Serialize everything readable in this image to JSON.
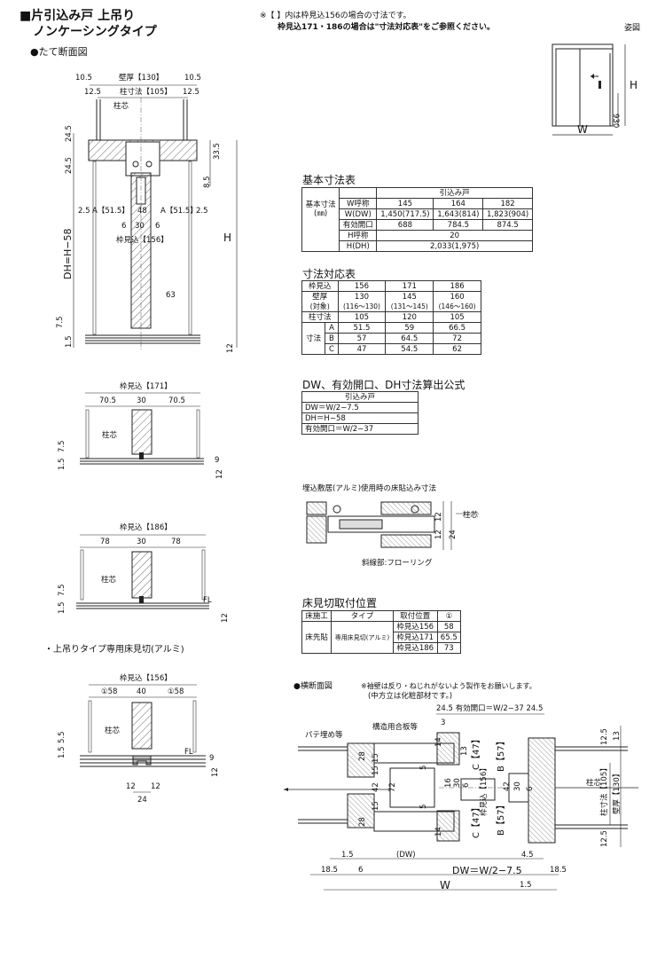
{
  "header": {
    "title1": "■片引込み戸 上吊り",
    "title2": "ノンケーシングタイプ",
    "section_vertical": "●たて断面図",
    "note_line1": "※【 】内は枠見込156の場合の寸法です。",
    "note_line2": "枠見込171・186の場合は\"寸法対応表\"をご参照ください。",
    "view_label": "姿図"
  },
  "elevation": {
    "w": "W",
    "h": "H",
    "h930": "930"
  },
  "vsec156": {
    "d105a": "10.5",
    "wall": "壁厚【130】",
    "d105b": "10.5",
    "d125a": "12.5",
    "pillar": "柱寸法【105】",
    "d125b": "12.5",
    "center": "柱芯",
    "d245a": "24.5",
    "d245b": "24.5",
    "d335": "33.5",
    "d85": "8.5",
    "d25a": "2.5",
    "aL": "A【51.5】",
    "d48": "48",
    "aR": "A【51.5】",
    "d25b": "2.5",
    "d6a": "6",
    "d30": "30",
    "d6b": "6",
    "frame": "枠見込【156】",
    "dh": "DH=H−58",
    "hh": "H",
    "d63": "63",
    "d75": "7.5",
    "d15": "1.5",
    "d12": "12"
  },
  "vsec171": {
    "frame": "枠見込【171】",
    "d705a": "70.5",
    "d30": "30",
    "d705b": "70.5",
    "center": "柱芯",
    "d75": "7.5",
    "d15": "1.5",
    "d9": "9",
    "d12": "12"
  },
  "vsec186": {
    "frame": "枠見込【186】",
    "d78a": "78",
    "d30": "30",
    "d78b": "78",
    "center": "柱芯",
    "d75": "7.5",
    "d15": "1.5",
    "fl": "FL",
    "d12": "12"
  },
  "vsecAlu": {
    "caption": "・上吊りタイプ専用床見切(アルミ)",
    "frame": "枠見込【156】",
    "c58a": "①58",
    "d40": "40",
    "c58b": "①58",
    "center": "柱芯",
    "d55": "5.5",
    "d15": "1.5",
    "fl": "FL",
    "d9": "9",
    "d12a": "12",
    "d12b": "12",
    "d12c": "12",
    "d24": "24"
  },
  "basic": {
    "title": "基本寸法表",
    "rows": [
      [
        "",
        "",
        "引込み戸",
        "",
        ""
      ],
      [
        "",
        "W呼称",
        "145",
        "164",
        "182"
      ],
      [
        "基本寸法",
        "W(DW)",
        "1,450(717.5)",
        "1,643(814)",
        "1,823(904)"
      ],
      [
        "(㎜)",
        "有効開口",
        "688",
        "784.5",
        "874.5"
      ],
      [
        "",
        "H呼称",
        "20",
        "",
        ""
      ],
      [
        "",
        "H(DH)",
        "2,033(1,975)",
        "",
        ""
      ]
    ]
  },
  "corr": {
    "title": "寸法対応表",
    "rows": [
      [
        "枠見込",
        "",
        "156",
        "171",
        "186"
      ],
      [
        "壁厚",
        "",
        "130",
        "145",
        "160"
      ],
      [
        "(対象)",
        "",
        "(116〜130)",
        "(131〜145)",
        "(146〜160)"
      ],
      [
        "柱寸法",
        "",
        "105",
        "120",
        "105"
      ],
      [
        "",
        "A",
        "51.5",
        "59",
        "66.5"
      ],
      [
        "寸法",
        "B",
        "57",
        "64.5",
        "72"
      ],
      [
        "",
        "C",
        "47",
        "54.5",
        "62"
      ]
    ]
  },
  "formula": {
    "title": "DW、有効開口、DH寸法算出公式",
    "header": "引込み戸",
    "lines": [
      "DW＝W/2−7.5",
      "DH＝H−58",
      "有効開口＝W/2−37"
    ]
  },
  "flush": {
    "title": "埋込敷居(アルミ)使用時の床貼込み寸法",
    "center": "柱芯",
    "d12a": "12",
    "d12b": "12",
    "d24": "24",
    "floor": "斜線部:フローリング"
  },
  "mikiri": {
    "title": "床見切取付位置",
    "rows": [
      [
        "床施工",
        "タイプ",
        "取付位置",
        "①"
      ],
      [
        "",
        "",
        "枠見込156",
        "58"
      ],
      [
        "床先貼",
        "専用床見切(アルミ)",
        "枠見込171",
        "65.5"
      ],
      [
        "",
        "",
        "枠見込186",
        "73"
      ]
    ]
  },
  "hsec": {
    "title": "●横断面図",
    "note1": "※袖壁は反り・ねじれがないよう製作をお願いします。",
    "note2": "(中方立は化粧部材です。)",
    "top": "24.5 有効開口＝W/2−37 24.5",
    "d3": "3",
    "putty": "パテ埋め等",
    "plywood": "構造用合板等",
    "d14a": "14",
    "d14b": "14",
    "d13": "13",
    "d15a": "15",
    "d28a": "28",
    "d28b": "28",
    "d15b": "15",
    "d42a": "42",
    "d72": "72",
    "d15c": "15",
    "d5a": "5",
    "d5b": "5",
    "cR": "C【47】",
    "d16": "16",
    "d30": "30",
    "d6": "6",
    "frame": "枠見込【156】",
    "bT": "B【57】",
    "bB": "B【57】",
    "d42b": "42",
    "d30b": "30",
    "d6b": "6",
    "cL": "C【47】",
    "d125a": "12.5",
    "d13r": "13",
    "pillarR": "柱寸法【105】",
    "wallR": "壁厚【130】",
    "center": "柱芯",
    "d125b": "12.5",
    "d15L": "1.5",
    "dw": "(DW)",
    "d45": "4.5",
    "d185a": "18.5",
    "d6c": "6",
    "dwf": "DW＝W/2−7.5",
    "d185b": "18.5",
    "w": "W",
    "d15R": "1.5"
  }
}
